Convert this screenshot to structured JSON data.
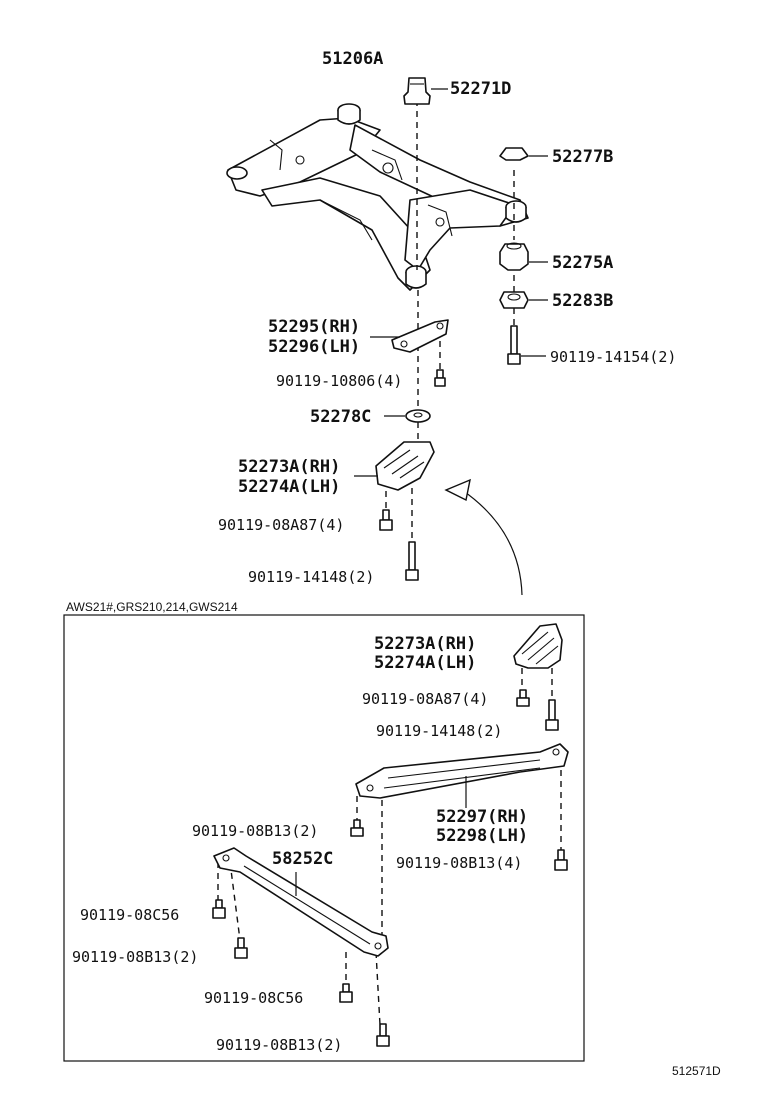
{
  "labels": {
    "l51206A": "51206A",
    "l52271D": "52271D",
    "l52277B": "52277B",
    "l52275A": "52275A",
    "l52283B": "52283B",
    "l90119_14154": "90119-14154(2)",
    "l52295": "52295(RH)",
    "l52296": "52296(LH)",
    "l90119_10806": "90119-10806(4)",
    "l52278C": "52278C",
    "l52273A_top": "52273A(RH)",
    "l52274A_top": "52274A(LH)",
    "l90119_08A87_top": "90119-08A87(4)",
    "l90119_14148_top": "90119-14148(2)",
    "box_variant": "AWS21#,GRS210,214,GWS214",
    "l52273A_box": "52273A(RH)",
    "l52274A_box": "52274A(LH)",
    "l90119_08A87_box": "90119-08A87(4)",
    "l90119_14148_box": "90119-14148(2)",
    "l52297": "52297(RH)",
    "l52298": "52298(LH)",
    "l90119_08B13_a": "90119-08B13(2)",
    "l90119_08B13_b": "90119-08B13(4)",
    "l58252C": "58252C",
    "l90119_08C56_a": "90119-08C56",
    "l90119_08B13_c": "90119-08B13(2)",
    "l90119_08C56_b": "90119-08C56",
    "l90119_08B13_d": "90119-08B13(2)",
    "diagram_id": "512571D"
  },
  "icons": {
    "subframe": "rear-suspension-member-icon",
    "bolt": "bolt-icon",
    "bushing": "bushing-icon",
    "brace": "brace-icon",
    "arrow": "curved-arrow-icon"
  }
}
